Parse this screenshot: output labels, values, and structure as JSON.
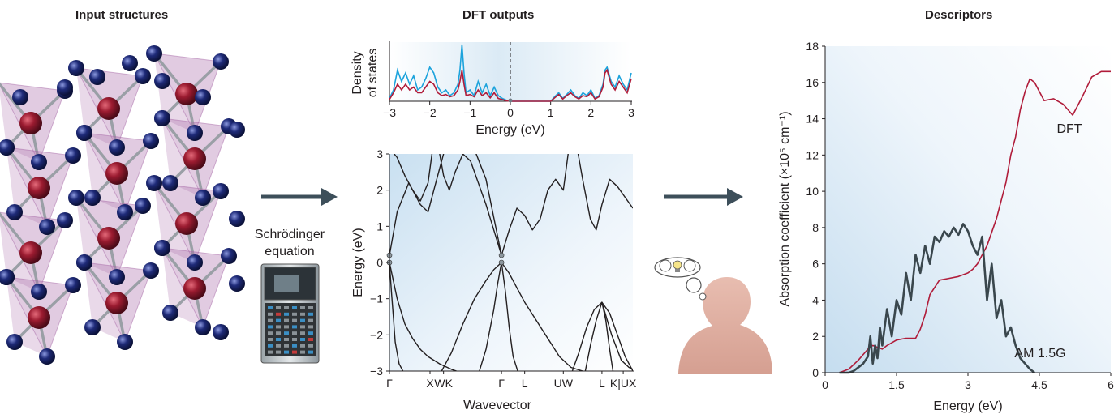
{
  "titles": {
    "input": "Input structures",
    "dft": "DFT outputs",
    "descriptors": "Descriptors"
  },
  "computer_caption": [
    "Schrödinger",
    "equation"
  ],
  "colors": {
    "atom_red": "#9b1b30",
    "atom_blue": "#1e2a78",
    "tetra": "#a869a8",
    "arrow": "#3d4f5a",
    "dft_curve": "#b01c3a",
    "am_curve": "#3a474d",
    "dos_blue": "#1ca3dc",
    "dos_red": "#b01c3a",
    "gradient": "#cfe3f1"
  },
  "chart_data": [
    {
      "type": "line",
      "title": "",
      "xlabel": "Energy (eV)",
      "ylabel": "Density of states",
      "xlim": [
        -3,
        3
      ],
      "xticks": [
        "-3",
        "-2",
        "-1",
        "0",
        "1",
        "2",
        "3"
      ],
      "series": [
        {
          "color": "#1ca3dc",
          "x": [
            -3,
            -2.9,
            -2.8,
            -2.7,
            -2.6,
            -2.5,
            -2.4,
            -2.3,
            -2.2,
            -2.1,
            -2,
            -1.9,
            -1.8,
            -1.7,
            -1.6,
            -1.5,
            -1.4,
            -1.3,
            -1.25,
            -1.2,
            -1.15,
            -1.1,
            -1.0,
            -0.9,
            -0.8,
            -0.7,
            -0.6,
            -0.5,
            -0.4,
            -0.3,
            -0.2,
            -0.1,
            0,
            1.0,
            1.1,
            1.2,
            1.3,
            1.4,
            1.5,
            1.6,
            1.7,
            1.8,
            1.9,
            2.0,
            2.1,
            2.2,
            2.3,
            2.35,
            2.4,
            2.5,
            2.6,
            2.7,
            2.8,
            2.9,
            3.0
          ],
          "y": [
            0.05,
            0.2,
            0.55,
            0.35,
            0.5,
            0.3,
            0.45,
            0.2,
            0.25,
            0.4,
            0.6,
            0.5,
            0.25,
            0.15,
            0.2,
            0.1,
            0.15,
            0.3,
            0.55,
            1.0,
            0.5,
            0.15,
            0.2,
            0.1,
            0.35,
            0.15,
            0.3,
            0.1,
            0.25,
            0.1,
            0.05,
            0.02,
            0,
            0,
            0.08,
            0.15,
            0.05,
            0.12,
            0.2,
            0.1,
            0.05,
            0.15,
            0.1,
            0.2,
            0.05,
            0.1,
            0.3,
            0.55,
            0.6,
            0.35,
            0.25,
            0.45,
            0.3,
            0.2,
            0.5
          ]
        },
        {
          "color": "#b01c3a",
          "x": [
            -3,
            -2.9,
            -2.8,
            -2.7,
            -2.6,
            -2.5,
            -2.4,
            -2.3,
            -2.2,
            -2.1,
            -2,
            -1.9,
            -1.8,
            -1.7,
            -1.6,
            -1.5,
            -1.4,
            -1.3,
            -1.25,
            -1.2,
            -1.15,
            -1.1,
            -1.0,
            -0.9,
            -0.8,
            -0.7,
            -0.6,
            -0.5,
            -0.4,
            -0.3,
            -0.2,
            -0.1,
            0,
            1.0,
            1.1,
            1.2,
            1.3,
            1.4,
            1.5,
            1.6,
            1.7,
            1.8,
            1.9,
            2.0,
            2.1,
            2.2,
            2.3,
            2.35,
            2.4,
            2.5,
            2.6,
            2.7,
            2.8,
            2.9,
            3.0
          ],
          "y": [
            0.03,
            0.15,
            0.3,
            0.2,
            0.3,
            0.2,
            0.25,
            0.15,
            0.15,
            0.25,
            0.35,
            0.3,
            0.15,
            0.1,
            0.12,
            0.08,
            0.1,
            0.2,
            0.35,
            0.55,
            0.3,
            0.1,
            0.12,
            0.08,
            0.2,
            0.1,
            0.15,
            0.06,
            0.15,
            0.05,
            0.03,
            0.01,
            0,
            0,
            0.06,
            0.12,
            0.04,
            0.1,
            0.15,
            0.08,
            0.04,
            0.1,
            0.08,
            0.15,
            0.04,
            0.08,
            0.25,
            0.5,
            0.55,
            0.3,
            0.2,
            0.35,
            0.25,
            0.15,
            0.4
          ]
        }
      ]
    },
    {
      "type": "line",
      "title": "",
      "xlabel": "Wavevector",
      "ylabel": "Energy (eV)",
      "ylim": [
        -3,
        3
      ],
      "yticks": [
        "3",
        "2",
        "1",
        "0",
        "−1",
        "−2",
        "−3"
      ],
      "xticks": [
        {
          "label": "Γ",
          "k": 0
        },
        {
          "label": "X",
          "k": 1.05
        },
        {
          "label": "WK",
          "k": 1.4
        },
        {
          "label": "Γ",
          "k": 2.9
        },
        {
          "label": "L",
          "k": 3.5
        },
        {
          "label": "UW",
          "k": 4.5
        },
        {
          "label": "L",
          "k": 5.5
        },
        {
          "label": "K|UX",
          "k": 6.05
        }
      ],
      "xlim": [
        0,
        6.3
      ],
      "bands": [
        {
          "k": [
            0,
            0.2,
            0.5,
            0.8,
            1.0,
            1.2,
            1.4,
            1.6,
            1.8,
            2.1,
            2.5,
            2.9
          ],
          "e": [
            0.2,
            1.4,
            2.2,
            1.6,
            1.4,
            2.2,
            3.0,
            3.5,
            3.8,
            3.4,
            2.3,
            0.2
          ]
        },
        {
          "k": [
            0.05,
            0.2,
            0.4,
            0.6,
            0.8,
            1.0,
            1.1,
            1.3,
            1.4
          ],
          "e": [
            3.1,
            2.9,
            2.4,
            2.0,
            1.7,
            2.2,
            3.0,
            3.2,
            3.3
          ]
        },
        {
          "k": [
            1.25,
            1.4,
            1.55,
            1.7,
            1.9,
            2.1,
            2.3,
            2.5,
            2.7,
            2.9,
            3.1,
            3.3,
            3.5,
            3.7,
            3.9,
            4.1,
            4.3,
            4.5,
            4.65
          ],
          "e": [
            3.3,
            2.4,
            2.0,
            2.5,
            3.0,
            2.8,
            2.2,
            1.6,
            0.9,
            0.2,
            0.9,
            1.5,
            1.3,
            0.9,
            1.2,
            2.0,
            2.3,
            2.0,
            3.2
          ]
        },
        {
          "k": [
            4.85,
            5.0,
            5.2,
            5.35,
            5.5,
            5.7,
            5.9,
            6.1,
            6.3
          ],
          "e": [
            3.2,
            2.3,
            1.2,
            0.9,
            1.6,
            2.3,
            2.1,
            1.8,
            1.5
          ]
        },
        {
          "k": [
            0,
            0.2,
            0.4,
            0.6,
            0.8,
            1.0,
            1.3,
            1.6,
            2.0
          ],
          "e": [
            0.0,
            -1.0,
            -1.7,
            -2.1,
            -2.4,
            -2.6,
            -2.8,
            -2.95,
            -3.1
          ]
        },
        {
          "k": [
            0,
            0.05,
            0.1,
            0.15,
            0.25,
            0.4
          ],
          "e": [
            0.0,
            -0.8,
            -1.5,
            -2.2,
            -2.8,
            -3.1
          ]
        },
        {
          "k": [
            1.3,
            1.6,
            1.9,
            2.2,
            2.5,
            2.7,
            2.9,
            3.1,
            3.3,
            3.5,
            3.8,
            4.1,
            4.4,
            4.7,
            5.0,
            5.3
          ],
          "e": [
            -3.1,
            -2.5,
            -1.7,
            -1.0,
            -0.5,
            -0.2,
            0.0,
            -0.3,
            -0.7,
            -1.1,
            -1.6,
            -2.1,
            -2.6,
            -2.9,
            -3.0,
            -3.1
          ]
        },
        {
          "k": [
            2.3,
            2.5,
            2.7,
            2.8,
            2.9
          ],
          "e": [
            -3.1,
            -2.4,
            -1.3,
            -0.6,
            0.0
          ]
        },
        {
          "k": [
            2.9,
            3.0,
            3.1,
            3.2,
            3.35
          ],
          "e": [
            0.0,
            -0.8,
            -1.8,
            -2.6,
            -3.1
          ]
        },
        {
          "k": [
            4.7,
            4.9,
            5.1,
            5.3,
            5.5,
            5.7,
            5.9,
            6.1,
            6.3
          ],
          "e": [
            -3.1,
            -2.5,
            -1.8,
            -1.3,
            -1.1,
            -1.4,
            -2.0,
            -2.6,
            -3.0
          ]
        },
        {
          "k": [
            5.05,
            5.2,
            5.35,
            5.5,
            5.6,
            5.7,
            5.8
          ],
          "e": [
            -3.1,
            -2.3,
            -1.6,
            -1.1,
            -1.6,
            -2.4,
            -3.1
          ]
        },
        {
          "k": [
            5.5,
            5.75,
            6.0,
            6.2,
            6.3
          ],
          "e": [
            -1.1,
            -2.0,
            -2.7,
            -2.9,
            -2.95
          ]
        }
      ]
    },
    {
      "type": "line",
      "title": "",
      "xlabel": "Energy (eV)",
      "ylabel": "Absorption coefficient (×10⁵ cm⁻¹)",
      "xlim": [
        0,
        6
      ],
      "ylim": [
        0,
        18
      ],
      "xticks": [
        "0",
        "1.5",
        "3",
        "4.5",
        "6"
      ],
      "yticks": [
        "0",
        "2",
        "4",
        "6",
        "8",
        "10",
        "12",
        "14",
        "16",
        "18"
      ],
      "series": [
        {
          "name": "DFT",
          "color": "#b01c3a",
          "x": [
            0.3,
            0.5,
            0.7,
            0.8,
            0.9,
            1.0,
            1.1,
            1.2,
            1.3,
            1.5,
            1.7,
            1.9,
            2.0,
            2.1,
            2.2,
            2.4,
            2.6,
            2.8,
            3.0,
            3.1,
            3.2,
            3.4,
            3.6,
            3.8,
            3.9,
            4.0,
            4.1,
            4.2,
            4.3,
            4.4,
            4.5,
            4.6,
            4.8,
            5.0,
            5.2,
            5.4,
            5.6,
            5.8,
            6.0
          ],
          "y": [
            0.0,
            0.2,
            0.7,
            1.0,
            1.3,
            1.5,
            1.4,
            1.3,
            1.5,
            1.8,
            1.9,
            1.9,
            2.4,
            3.2,
            4.3,
            5.1,
            5.2,
            5.3,
            5.5,
            5.7,
            6.0,
            7.0,
            8.5,
            10.5,
            12.0,
            13.0,
            14.5,
            15.5,
            16.2,
            16.0,
            15.5,
            15.0,
            15.1,
            14.8,
            14.2,
            15.2,
            16.3,
            16.6,
            16.6
          ]
        },
        {
          "name": "AM 1.5G",
          "color": "#3a474d",
          "x": [
            0.3,
            0.5,
            0.6,
            0.7,
            0.8,
            0.9,
            0.95,
            1.0,
            1.05,
            1.1,
            1.15,
            1.2,
            1.3,
            1.4,
            1.5,
            1.6,
            1.7,
            1.8,
            1.9,
            2.0,
            2.1,
            2.2,
            2.3,
            2.4,
            2.5,
            2.6,
            2.7,
            2.8,
            2.9,
            3.0,
            3.1,
            3.2,
            3.3,
            3.4,
            3.5,
            3.6,
            3.7,
            3.8,
            3.9,
            4.0,
            4.1,
            4.2,
            4.3,
            4.4
          ],
          "y": [
            0.0,
            0.0,
            0.1,
            0.3,
            0.5,
            0.9,
            2.0,
            0.5,
            1.5,
            0.8,
            2.5,
            1.5,
            3.5,
            2.0,
            4.0,
            3.2,
            5.5,
            4.0,
            6.5,
            5.5,
            7.0,
            6.0,
            7.5,
            7.2,
            7.8,
            7.5,
            8.0,
            7.6,
            8.2,
            7.8,
            7.0,
            6.5,
            7.5,
            4.0,
            6.0,
            3.0,
            4.0,
            2.0,
            2.5,
            1.5,
            0.8,
            0.5,
            0.2,
            0.0
          ]
        }
      ]
    }
  ],
  "labels": {
    "dft": "DFT",
    "am": "AM 1.5G"
  }
}
